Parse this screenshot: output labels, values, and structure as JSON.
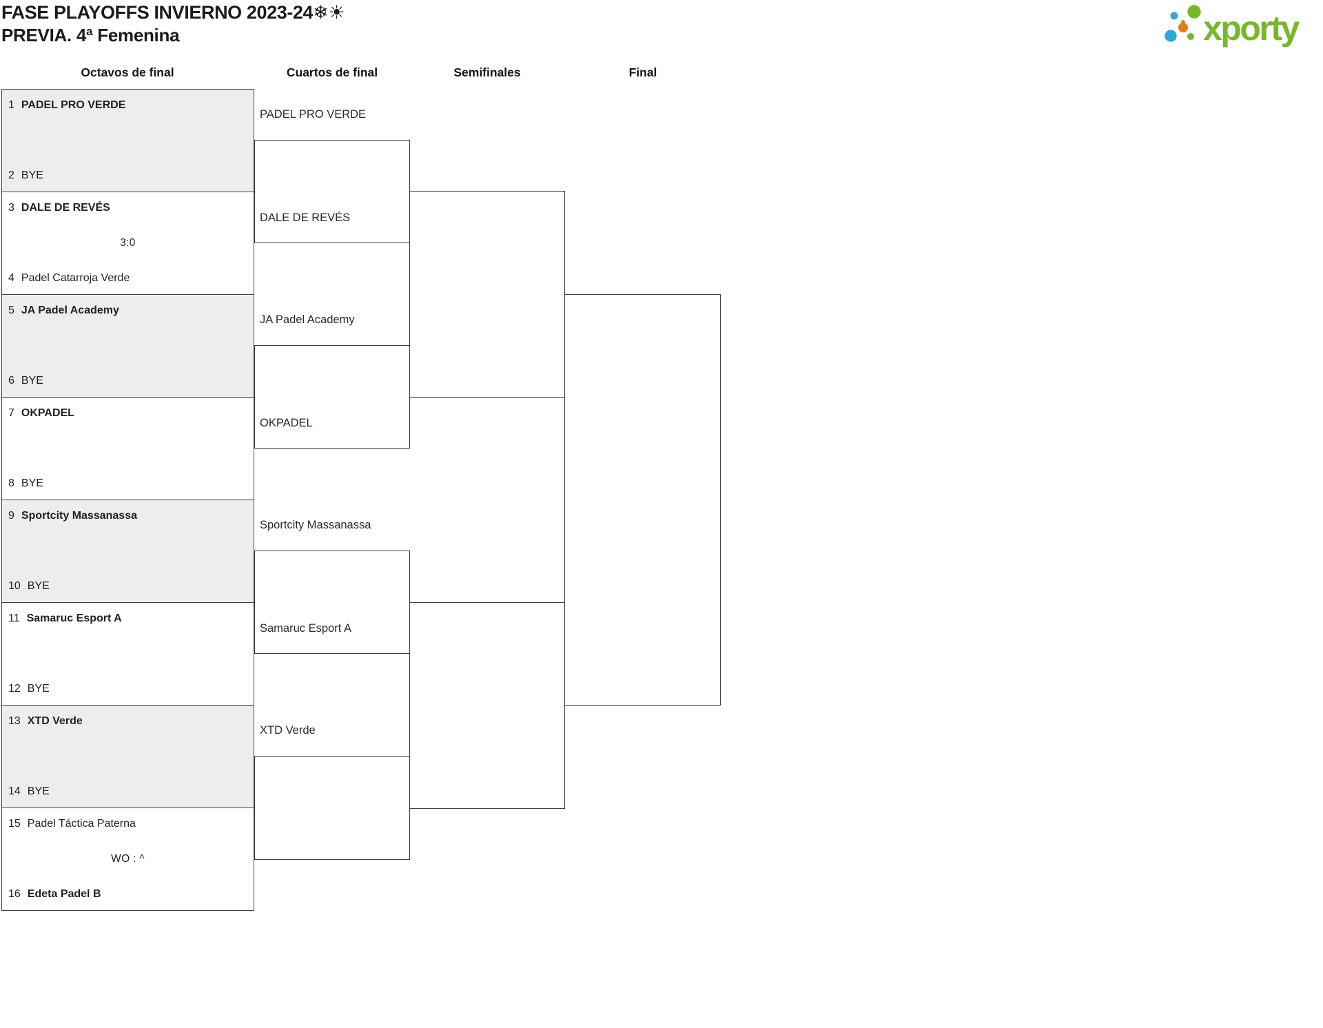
{
  "page": {
    "title": "FASE PLAYOFFS INVIERNO 2023-24❄☀",
    "subtitle": "PREVIA. 4ª Femenina"
  },
  "logo": {
    "text": "xporty",
    "colors": {
      "green": "#76b82a",
      "blue": "#2fa8dd",
      "orange": "#e87a16"
    }
  },
  "round_headers": [
    "Octavos de final",
    "Cuartos de final",
    "Semifinales",
    "Final"
  ],
  "bracket": {
    "octavos": [
      {
        "seed_top": "1",
        "team_top": "PADEL PRO VERDE",
        "top_winner": true,
        "score": "",
        "seed_bottom": "2",
        "team_bottom": "BYE",
        "bottom_winner": false
      },
      {
        "seed_top": "3",
        "team_top": "DALE DE REVÉS",
        "top_winner": true,
        "score": "3:0",
        "seed_bottom": "4",
        "team_bottom": "Padel Catarroja Verde",
        "bottom_winner": false
      },
      {
        "seed_top": "5",
        "team_top": "JA Padel Academy",
        "top_winner": true,
        "score": "",
        "seed_bottom": "6",
        "team_bottom": "BYE",
        "bottom_winner": false
      },
      {
        "seed_top": "7",
        "team_top": "OKPADEL",
        "top_winner": true,
        "score": "",
        "seed_bottom": "8",
        "team_bottom": "BYE",
        "bottom_winner": false
      },
      {
        "seed_top": "9",
        "team_top": "Sportcity Massanassa",
        "top_winner": true,
        "score": "",
        "seed_bottom": "10",
        "team_bottom": "BYE",
        "bottom_winner": false
      },
      {
        "seed_top": "11",
        "team_top": "Samaruc Esport A",
        "top_winner": true,
        "score": "",
        "seed_bottom": "12",
        "team_bottom": "BYE",
        "bottom_winner": false
      },
      {
        "seed_top": "13",
        "team_top": "XTD Verde",
        "top_winner": true,
        "score": "",
        "seed_bottom": "14",
        "team_bottom": "BYE",
        "bottom_winner": false
      },
      {
        "seed_top": "15",
        "team_top": "Padel Táctica Paterna",
        "top_winner": false,
        "score": "WO : ^",
        "seed_bottom": "16",
        "team_bottom": "Edeta Padel B",
        "bottom_winner": true
      }
    ],
    "cuartos": [
      "PADEL PRO VERDE",
      "DALE DE REVÉS",
      "JA Padel Academy",
      "OKPADEL",
      "Sportcity Massanassa",
      "Samaruc Esport A",
      "XTD Verde",
      ""
    ]
  },
  "colors": {
    "shaded_box": "#ededed",
    "line": "#3f3f3f",
    "text": "#1e1e1e"
  }
}
